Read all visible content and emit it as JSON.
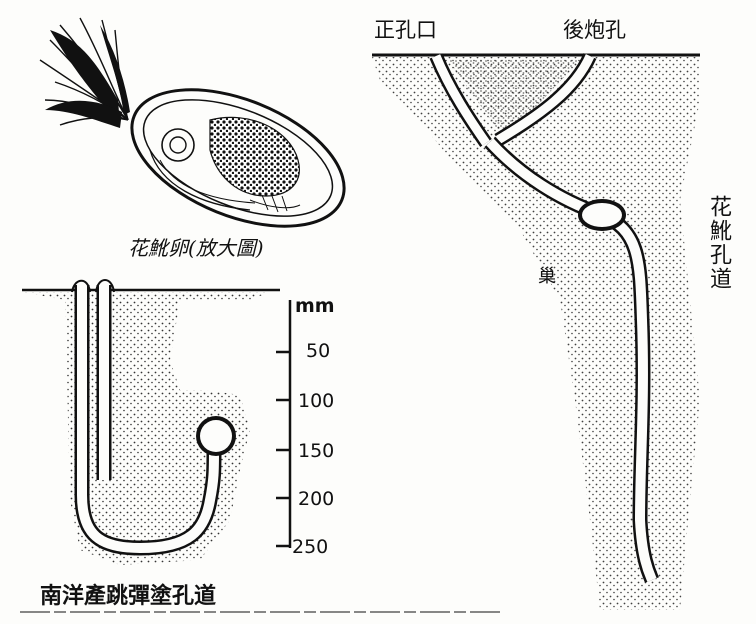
{
  "labels": {
    "main_hole": "正孔口",
    "rear_hole": "後炮孔",
    "burrow_right": "花魤孔道",
    "nest": "巢",
    "egg_caption": "花魤卵(放大圖)",
    "bottom_caption": "南洋產跳彈塗孔道"
  },
  "scale": {
    "unit": "mm",
    "ticks": [
      "50",
      "100",
      "150",
      "200",
      "250"
    ]
  },
  "colors": {
    "ink": "#111111",
    "paper": "#fdfdfb"
  }
}
